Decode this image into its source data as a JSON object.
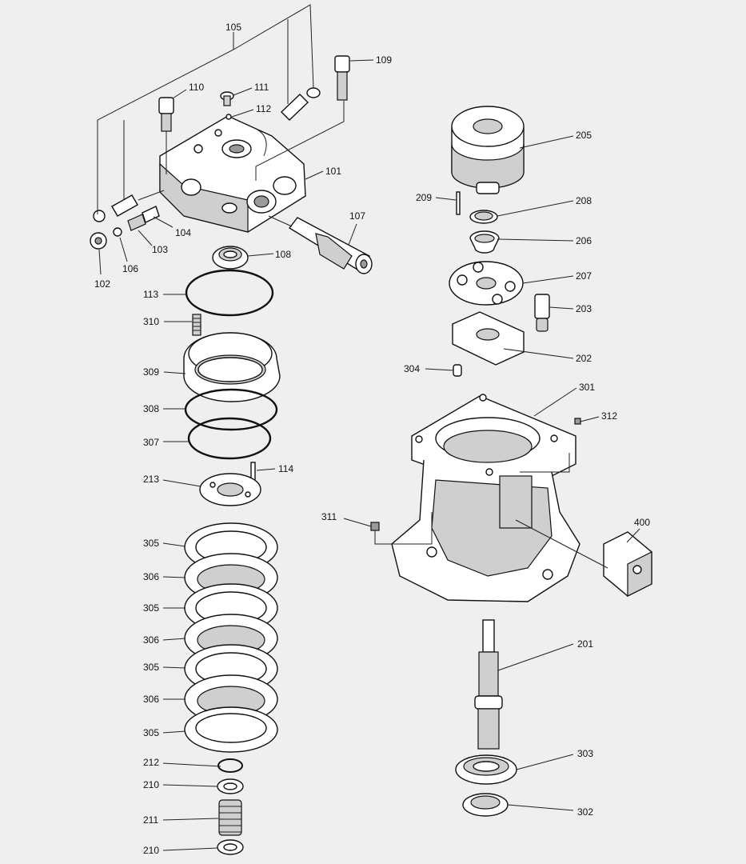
{
  "labels": {
    "l101": "101",
    "l102": "102",
    "l103": "103",
    "l104": "104",
    "l105": "105",
    "l106": "106",
    "l107": "107",
    "l108": "108",
    "l109": "109",
    "l110": "110",
    "l111": "111",
    "l112": "112",
    "l113": "113",
    "l114": "114",
    "l201": "201",
    "l202": "202",
    "l203": "203",
    "l205": "205",
    "l206": "206",
    "l207": "207",
    "l208": "208",
    "l209": "209",
    "l210a": "210",
    "l210b": "210",
    "l211": "211",
    "l212": "212",
    "l213": "213",
    "l301": "301",
    "l302": "302",
    "l303": "303",
    "l304": "304",
    "l305a": "305",
    "l305b": "305",
    "l305c": "305",
    "l305d": "305",
    "l306a": "306",
    "l306b": "306",
    "l306c": "306",
    "l307": "307",
    "l308": "308",
    "l309": "309",
    "l310": "310",
    "l311": "311",
    "l312": "312",
    "l400": "400"
  }
}
